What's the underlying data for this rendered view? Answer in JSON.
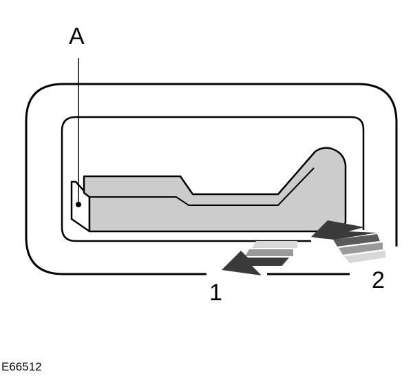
{
  "diagram": {
    "callouts": {
      "a": "A",
      "one": "1",
      "two": "2"
    },
    "reference_code": "E66512"
  },
  "colors": {
    "line": "#000000",
    "handle_fill": "#cccccc",
    "arrow_dark": "#3a3a3a",
    "arrow_mid": "#8c8c8c",
    "arrow_light": "#c8c8c8",
    "background": "#ffffff"
  }
}
